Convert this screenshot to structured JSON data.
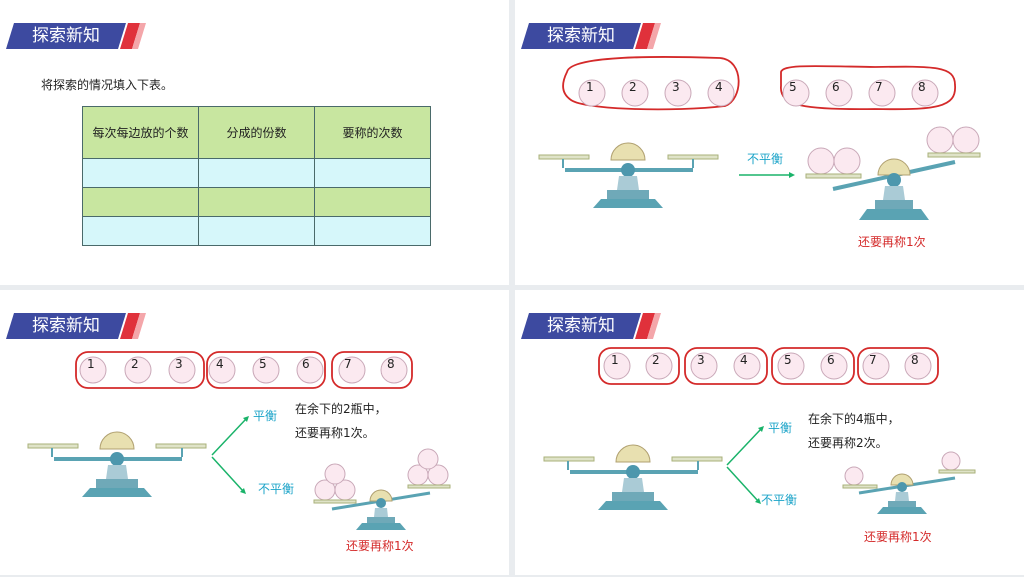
{
  "header_title": "探索新知",
  "colors": {
    "header_blue": "#3d4aa0",
    "header_red": "#e0313b",
    "circle_red": "#d42a2a",
    "ball_fill": "#fbe9f0",
    "arrow_green": "#1ab36a",
    "scale_teal": "#5aa3b3"
  },
  "panel1": {
    "instruction": "将探索的情况填入下表。",
    "table": {
      "headers": [
        "每次每边放的个数",
        "分成的份数",
        "要称的次数"
      ],
      "rows": [
        [
          "",
          "",
          ""
        ],
        [
          "",
          "",
          ""
        ],
        [
          "",
          "",
          ""
        ]
      ]
    }
  },
  "panel2": {
    "groups": [
      [
        "1",
        "2",
        "3",
        "4"
      ],
      [
        "5",
        "6",
        "7",
        "8"
      ]
    ],
    "unbalanced": "不平衡",
    "weigh_again": "还要再称1次"
  },
  "panel3": {
    "groups": [
      [
        "1",
        "2",
        "3"
      ],
      [
        "4",
        "5",
        "6"
      ],
      [
        "7",
        "8"
      ]
    ],
    "balanced": "平衡",
    "unbalanced": "不平衡",
    "note_line1": "在余下的2瓶中，",
    "note_line2": "还要再称1次。",
    "weigh_again": "还要再称1次"
  },
  "panel4": {
    "groups": [
      [
        "1",
        "2"
      ],
      [
        "3",
        "4"
      ],
      [
        "5",
        "6"
      ],
      [
        "7",
        "8"
      ]
    ],
    "balanced": "平衡",
    "unbalanced": "不平衡",
    "note_line1": "在余下的4瓶中，",
    "note_line2": "还要再称2次。",
    "weigh_again": "还要再称1次"
  }
}
